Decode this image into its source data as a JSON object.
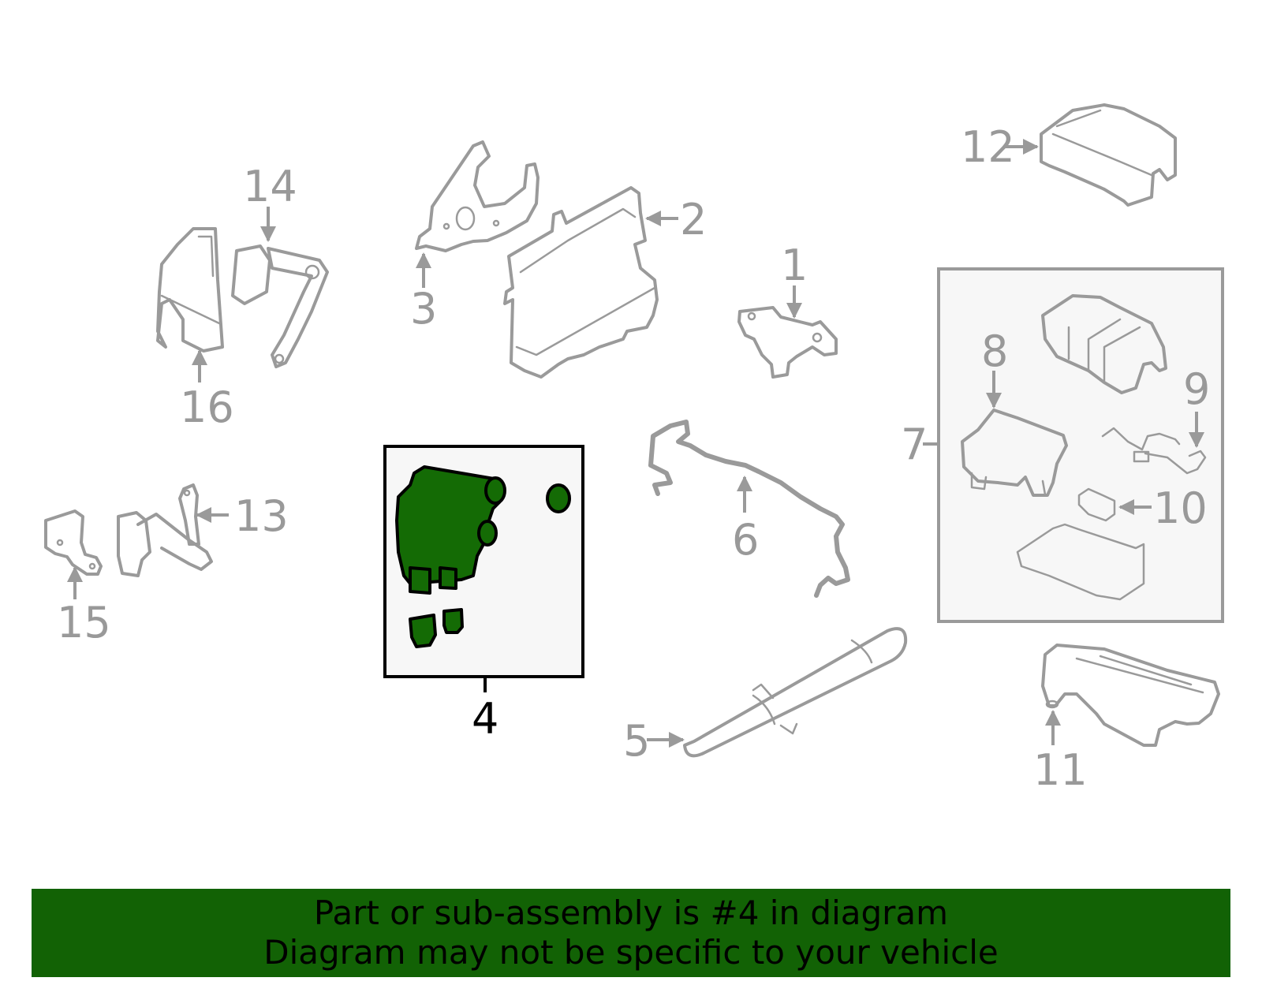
{
  "diagram": {
    "highlighted_part": "4",
    "highlight_color": "#146b05",
    "callouts": [
      {
        "id": "1",
        "label": "1"
      },
      {
        "id": "2",
        "label": "2"
      },
      {
        "id": "3",
        "label": "3"
      },
      {
        "id": "4",
        "label": "4"
      },
      {
        "id": "5",
        "label": "5"
      },
      {
        "id": "6",
        "label": "6"
      },
      {
        "id": "7",
        "label": "7"
      },
      {
        "id": "8",
        "label": "8"
      },
      {
        "id": "9",
        "label": "9"
      },
      {
        "id": "10",
        "label": "10"
      },
      {
        "id": "11",
        "label": "11"
      },
      {
        "id": "12",
        "label": "12"
      },
      {
        "id": "13",
        "label": "13"
      },
      {
        "id": "14",
        "label": "14"
      },
      {
        "id": "15",
        "label": "15"
      },
      {
        "id": "16",
        "label": "16"
      }
    ]
  },
  "banner": {
    "line1": "Part or sub-assembly is #4 in diagram",
    "line2": "Diagram may not be specific to your vehicle",
    "background": "#126205"
  }
}
